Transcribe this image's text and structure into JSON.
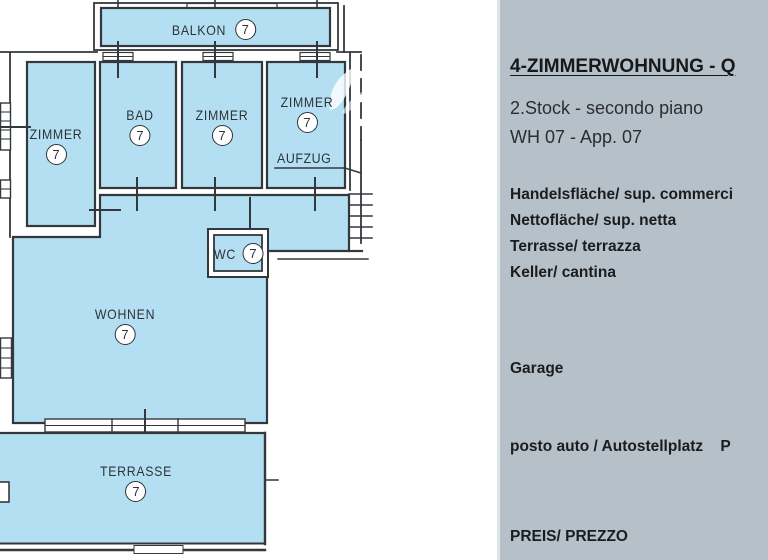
{
  "floor_plan": {
    "colors": {
      "room_fill": "#b4dff2",
      "wall": "#33383d"
    },
    "rooms": {
      "balkon": {
        "label": "BALKON",
        "unit": "7"
      },
      "zimmer_left": {
        "label": "ZIMMER",
        "unit": "7"
      },
      "bad": {
        "label": "BAD",
        "unit": "7"
      },
      "zimmer_mid": {
        "label": "ZIMMER",
        "unit": "7"
      },
      "zimmer_right": {
        "label": "ZIMMER",
        "unit": "7"
      },
      "aufzug": {
        "label": "AUFZUG"
      },
      "wc": {
        "label": "WC",
        "unit": "7"
      },
      "wohnen": {
        "label": "WOHNEN",
        "unit": "7"
      },
      "terrasse": {
        "label": "TERRASSE",
        "unit": "7"
      }
    }
  },
  "info_panel": {
    "background_color": "#b5c0c9",
    "title": "4-ZIMMERWOHNUNG - Q",
    "floor_line": "2.Stock - secondo piano",
    "apartment_line": "WH 07 - App. 07",
    "area_lines": [
      "Handelsfläche/ sup. commerci",
      "Nettofläche/ sup. netta",
      "Terrasse/ terrazza",
      "Keller/ cantina"
    ],
    "garage_lines": [
      "Garage",
      "posto auto / Autostellplatz    P"
    ],
    "price_label": "PREIS/ PREZZO"
  }
}
